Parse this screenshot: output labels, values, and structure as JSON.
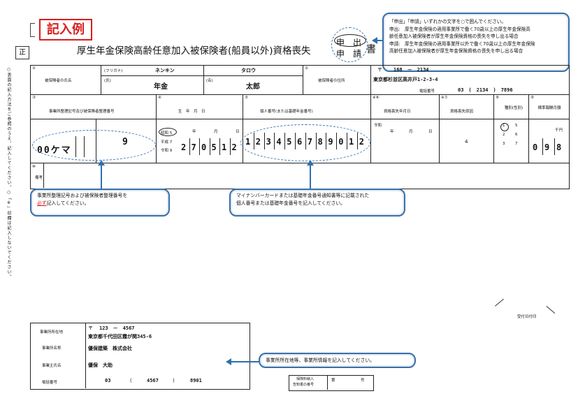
{
  "header": {
    "example_badge": "記入例",
    "sei": "正",
    "title": "厚生年金保険高齢任意加入被保険者(船員以外)資格喪失",
    "shin1": "申",
    "shin2": "申",
    "de": "出",
    "sei2": "請",
    "sho": "書"
  },
  "top_callout": {
    "line1": "「申出」「申請」いずれかの文字を○で囲んでください。",
    "line2": "申出:　厚生年金保険の適用事業所で働く70歳以上の厚生年金保険高",
    "line3": "齢任意加入被保険者が厚生年金保険資格の喪失を申し出る場合",
    "line4": "申請:　厚生年金保険の適用事業所以外で働く70歳以上の厚生年金保険",
    "line5": "高齢任意加入被保険者が厚生年金保険資格の喪失を申し出る場合"
  },
  "left_note": "○表面の記入方法をご参照のうえ、記入してください。○「※」印欄は記入しないでください。",
  "row1": {
    "num1": "①",
    "name_label": "被保険者の氏名",
    "furigana_label": "(フリガナ)",
    "furigana_last": "ネンキン",
    "furigana_first": "タロウ",
    "shi_label": "(氏)",
    "mei_label": "(名)",
    "last_name": "年金",
    "first_name": "太郎",
    "num2": "②",
    "addr_label": "被保険者の住所",
    "postal_mark": "〒",
    "postal": "168　－　2134",
    "address": "東京都杉並区高井戸1-2-3-4",
    "phone_label": "電話番号",
    "phone": "03　(　2134　)　7896"
  },
  "row2": {
    "num3": "③",
    "office_code_label": "事業所整理記号及び被保険者整理番号",
    "num4": "④",
    "birth_label": "生　年　月　日",
    "num5": "⑤",
    "pension_label": "個人番号(または基礎年金番号)",
    "num6": "※⑥",
    "loss_date_label": "資格喪失年月日",
    "num7": "※⑦",
    "loss_reason_label": "資格喪失原因",
    "num8": "⑧",
    "kind_label": "種別(性別)",
    "num9": "⑨",
    "salary_label": "標準報酬月額",
    "office_code": "00ケマ",
    "insured_no": "9",
    "era_showa": "昭和 5",
    "era_heisei": "平成 7",
    "era_reiwa": "令和 9",
    "nen": "年",
    "tsuki": "月",
    "hi": "日",
    "birth_digits": [
      "2",
      "7",
      "0",
      "5",
      "1",
      "2"
    ],
    "pension_digits": [
      "1",
      "2",
      "3",
      "4",
      "5",
      "6",
      "7",
      "8",
      "9",
      "0",
      "1",
      "2"
    ],
    "loss_era": "令和",
    "loss_reason": "4",
    "kind_options": [
      "1",
      "5",
      "2",
      "6",
      "3",
      "7"
    ],
    "salary_unit": "千円",
    "salary_digits": [
      "0",
      "9",
      "8"
    ]
  },
  "remarks": {
    "num": "⑩",
    "label": "備考"
  },
  "callouts": {
    "office_line1": "事業所整理記号および被保険者整理番号を",
    "office_must": "必ず",
    "office_line2": "記入してください。",
    "mynumber_line1": "マイナンバーカードまたは基礎年金番号通知書等に記載された",
    "mynumber_line2": "個人番号または基礎年金番号を記入してください。",
    "bottom": "事業所所在地等、事業所情報を記入してください。"
  },
  "stamp": {
    "label": "受付日付印"
  },
  "office": {
    "address_label": "事業所所在地",
    "name_label": "事業所名称",
    "owner_label": "事業主氏名",
    "phone_label": "電話番号",
    "postal_mark": "〒",
    "postal": "123　－　4567",
    "address": "東京都千代田区霞が関345-6",
    "name": "優保建築　株式会社",
    "owner": "優保　大助",
    "phone_area": "03",
    "phone_open": "(",
    "phone_mid": "4567",
    "phone_close": ")",
    "phone_last": "8901"
  },
  "notice": {
    "label1": "保険料納入",
    "label2": "告知書の番号",
    "dai": "第",
    "go": "号"
  }
}
